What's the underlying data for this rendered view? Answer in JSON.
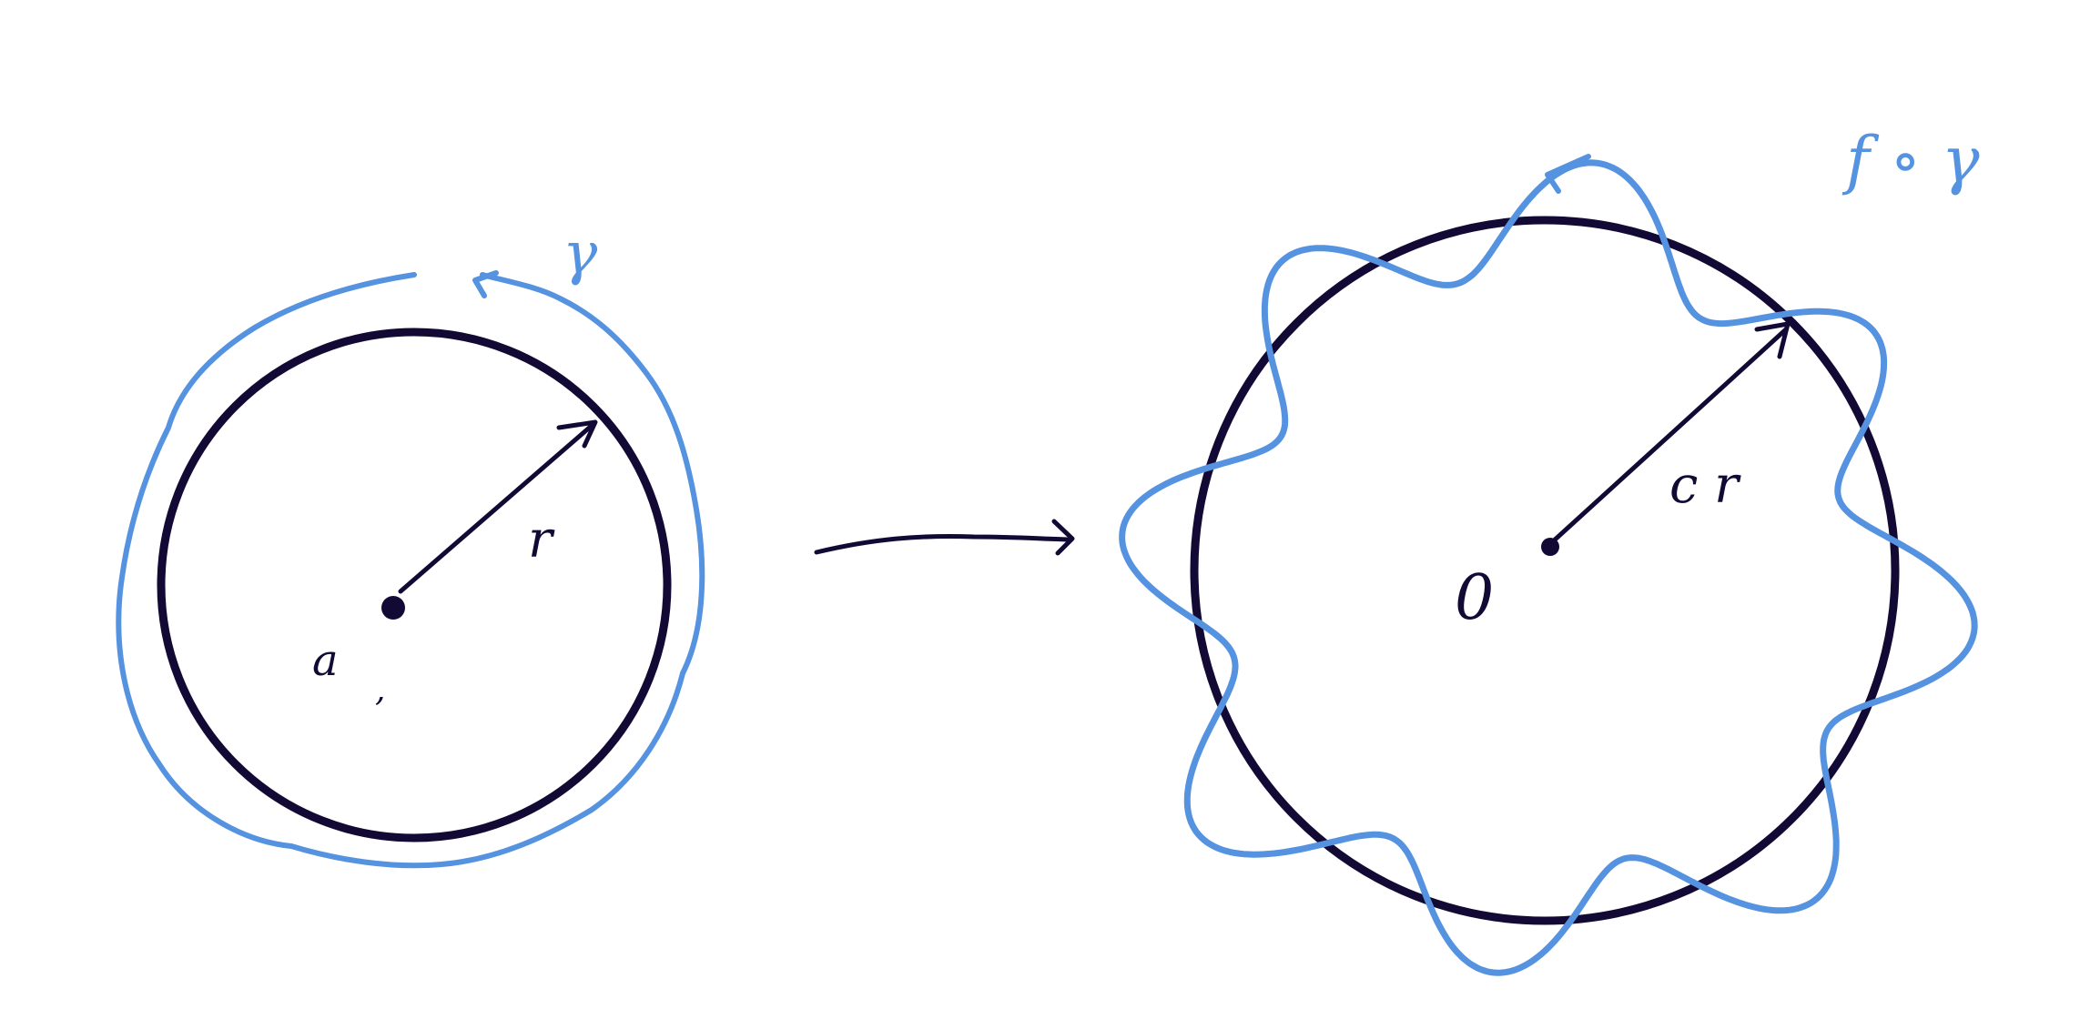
{
  "colors": {
    "ink": "#120a35",
    "curve": "#5593e0",
    "background": "#ffffff"
  },
  "left_figure": {
    "center_label": "a",
    "radius_label": "r",
    "curve_label": "γ"
  },
  "right_figure": {
    "center_label": "0",
    "radius_label": "c r",
    "curve_label": "f ∘ γ"
  },
  "map_arrow": {
    "icon": "right-arrow-icon"
  }
}
